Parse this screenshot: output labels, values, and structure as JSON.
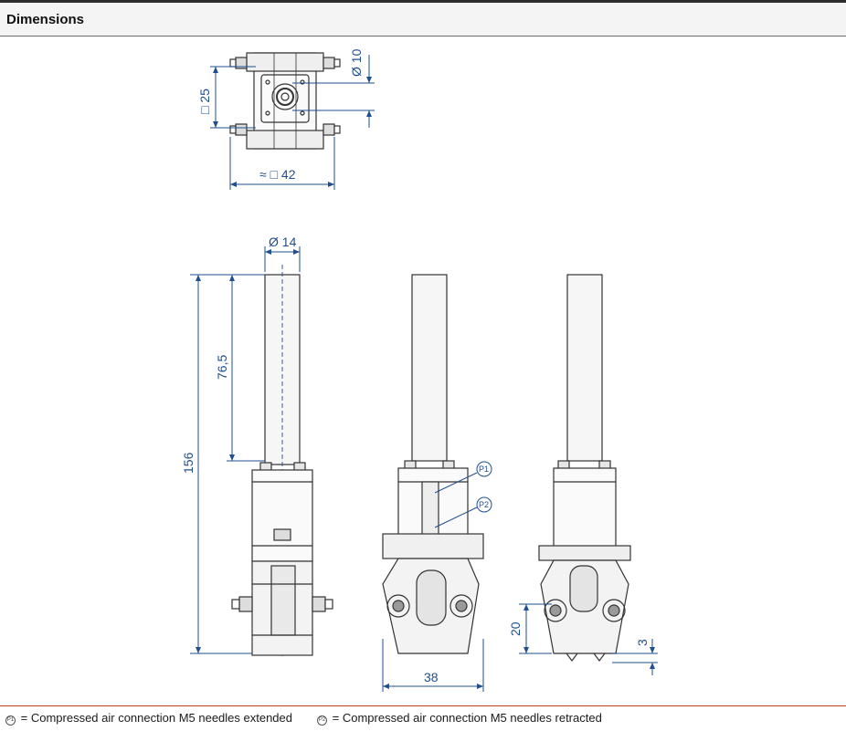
{
  "header": {
    "title": "Dimensions"
  },
  "dimensions": {
    "top_view": {
      "bore": "Ø 10",
      "square": "□ 25",
      "overall": "≈ □ 42"
    },
    "side_view": {
      "shaft": "Ø 14",
      "stroke": "76,5",
      "height": "156"
    },
    "front_view": {
      "width": "38",
      "p1": "P1",
      "p2": "P2"
    },
    "right_view": {
      "needle_zone": "20",
      "needle_extend": "3"
    }
  },
  "legend": {
    "p1_symbol": "P1",
    "p1_text": "= Compressed air connection M5 needles extended",
    "p2_symbol": "P2",
    "p2_text": "= Compressed air connection M5 needles retracted"
  },
  "colors": {
    "dimension": "#1f4f8f",
    "outline": "#333333",
    "accent_line": "#c0392b"
  }
}
